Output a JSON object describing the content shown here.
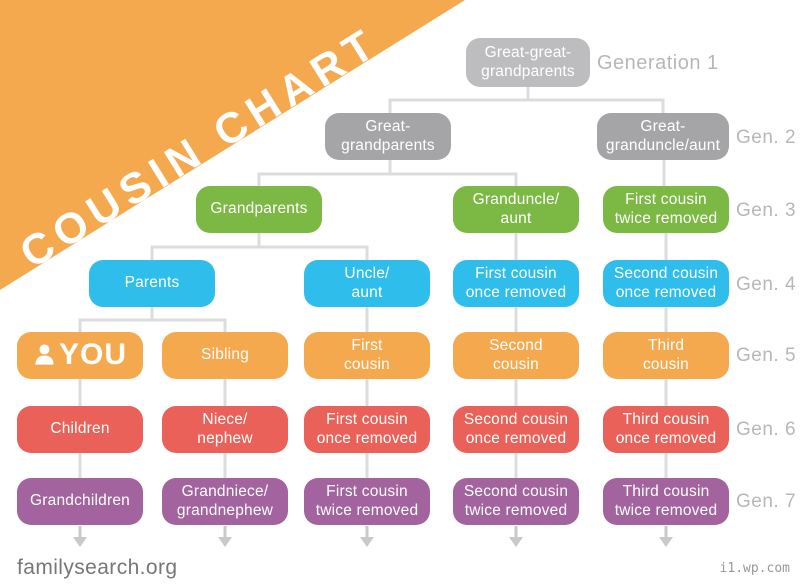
{
  "banner": {
    "title": "COUSIN CHART",
    "color": "#F5A94E"
  },
  "generation_labels": [
    "Generation 1",
    "Gen. 2",
    "Gen. 3",
    "Gen. 4",
    "Gen. 5",
    "Gen. 6",
    "Gen. 7"
  ],
  "palette": {
    "banner_orange": "#F5A94E",
    "generation1_gray": "#BDBDBF",
    "generation2_gray": "#A5A5A7",
    "generation3_green": "#7CB844",
    "generation4_blue": "#2FBEEC",
    "generation5_orange": "#F5A94E",
    "generation6_red": "#EA6159",
    "generation7_purple": "#A2639E",
    "connector_gray": "#DCDCDE",
    "arrow_gray": "#C9C9CB",
    "label_gray": "#B7B7B9"
  },
  "nodes": [
    {
      "text": "Great-great-\ngrandparents",
      "generation": 1,
      "color": "gray-light"
    },
    {
      "text": "Great-\ngrandparents",
      "generation": 2,
      "color": "gray"
    },
    {
      "text": "Great-\ngranduncle/aunt",
      "generation": 2,
      "color": "gray"
    },
    {
      "text": "Grandparents",
      "generation": 3,
      "color": "green"
    },
    {
      "text": "Granduncle/\naunt",
      "generation": 3,
      "color": "green"
    },
    {
      "text": "First cousin\ntwice removed",
      "generation": 3,
      "color": "green"
    },
    {
      "text": "Parents",
      "generation": 4,
      "color": "blue"
    },
    {
      "text": "Uncle/\naunt",
      "generation": 4,
      "color": "blue"
    },
    {
      "text": "First cousin\nonce removed",
      "generation": 4,
      "color": "blue"
    },
    {
      "text": "Second cousin\nonce removed",
      "generation": 4,
      "color": "blue"
    },
    {
      "text": "YOU",
      "generation": 5,
      "color": "orange"
    },
    {
      "text": "Sibling",
      "generation": 5,
      "color": "orange"
    },
    {
      "text": "First\ncousin",
      "generation": 5,
      "color": "orange"
    },
    {
      "text": "Second\ncousin",
      "generation": 5,
      "color": "orange"
    },
    {
      "text": "Third\ncousin",
      "generation": 5,
      "color": "orange"
    },
    {
      "text": "Children",
      "generation": 6,
      "color": "red"
    },
    {
      "text": "Niece/\nnephew",
      "generation": 6,
      "color": "red"
    },
    {
      "text": "First cousin\nonce removed",
      "generation": 6,
      "color": "red"
    },
    {
      "text": "Second cousin\nonce removed",
      "generation": 6,
      "color": "red"
    },
    {
      "text": "Third cousin\nonce removed",
      "generation": 6,
      "color": "red"
    },
    {
      "text": "Grandchildren",
      "generation": 7,
      "color": "purple"
    },
    {
      "text": "Grandniece/\ngrandnephew",
      "generation": 7,
      "color": "purple"
    },
    {
      "text": "First cousin\ntwice removed",
      "generation": 7,
      "color": "purple"
    },
    {
      "text": "Second cousin\ntwice removed",
      "generation": 7,
      "color": "purple"
    },
    {
      "text": "Third cousin\ntwice removed",
      "generation": 7,
      "color": "purple"
    }
  ],
  "footer": {
    "site": "familysearch.org",
    "watermark": "i1.wp.com"
  }
}
